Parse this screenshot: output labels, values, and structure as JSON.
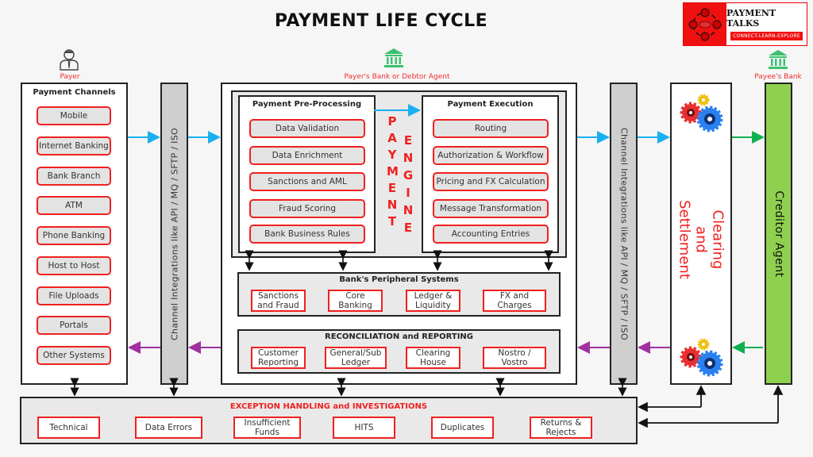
{
  "title": "PAYMENT LIFE CYCLE",
  "logo": {
    "brand": "PAYMENT TALKS",
    "tagline": "CONNECT-LEARN-EXPLORE"
  },
  "actors": {
    "payer": "Payer",
    "payers_bank": "Payer's Bank or Debtor Agent",
    "payees_bank": "Payee's Bank"
  },
  "payment_channels": {
    "title": "Payment Channels",
    "items": [
      "Mobile",
      "Internet Banking",
      "Bank Branch",
      "ATM",
      "Phone Banking",
      "Host to Host",
      "File Uploads",
      "Portals",
      "Other Systems"
    ]
  },
  "channel_integration_label": "Channel Integrations like API / MQ / SFTP / ISO",
  "pre_processing": {
    "title": "Payment Pre-Processing",
    "items": [
      "Data Validation",
      "Data Enrichment",
      "Sanctions and AML",
      "Fraud Scoring",
      "Bank Business Rules"
    ]
  },
  "engine_label": {
    "word1": "PAYMENT",
    "word2": "ENGINE"
  },
  "execution": {
    "title": "Payment Execution",
    "items": [
      "Routing",
      "Authorization & Workflow",
      "Pricing and FX Calculation",
      "Message Transformation",
      "Accounting Entries"
    ]
  },
  "peripheral": {
    "title": "Bank's Peripheral Systems",
    "items": [
      "Sanctions and Fraud",
      "Core Banking",
      "Ledger & Liquidity",
      "FX and Charges"
    ]
  },
  "reconciliation": {
    "title": "RECONCILIATION and REPORTING",
    "items": [
      "Customer Reporting",
      "General/Sub Ledger",
      "Clearing House",
      "Nostro / Vostro"
    ]
  },
  "clearing": {
    "line1": "Clearing",
    "line2": "and",
    "line3": "Settlement"
  },
  "creditor_agent": "Creditor Agent",
  "exceptions": {
    "title": "EXCEPTION HANDLING and INVESTIGATIONS",
    "items": [
      "Technical",
      "Data Errors",
      "Insufficient Funds",
      "HITS",
      "Duplicates",
      "Returns & Rejects"
    ]
  },
  "colors": {
    "accent_red": "#f02020",
    "flow_blue": "#1ab0f0",
    "return_purple": "#a030a0",
    "settle_green": "#10b050",
    "creditor_green": "#8fd14f",
    "bank_icon_green": "#3cc070"
  }
}
